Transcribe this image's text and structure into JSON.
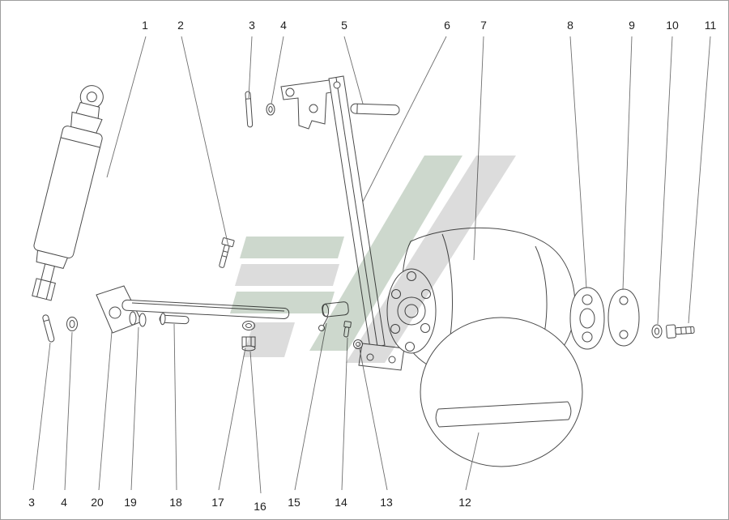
{
  "colors": {
    "bg": "#ffffff",
    "border": "#9e9e9e",
    "line": "#4a4a4a",
    "leader": "#6f6f6f",
    "label": "#1f1f1f",
    "wm_green": "#9cb29c",
    "wm_gray": "#b9b9b9"
  },
  "callouts": {
    "top": [
      {
        "label": "1"
      },
      {
        "label": "2"
      },
      {
        "label": "3"
      },
      {
        "label": "4"
      },
      {
        "label": "5"
      },
      {
        "label": "6"
      },
      {
        "label": "7"
      },
      {
        "label": "8"
      },
      {
        "label": "9"
      },
      {
        "label": "10"
      },
      {
        "label": "11"
      }
    ],
    "bottom": [
      {
        "label": "3"
      },
      {
        "label": "4"
      },
      {
        "label": "20"
      },
      {
        "label": "19"
      },
      {
        "label": "18"
      },
      {
        "label": "17"
      },
      {
        "label": "16"
      },
      {
        "label": "15"
      },
      {
        "label": "14"
      },
      {
        "label": "13"
      },
      {
        "label": "12"
      }
    ]
  }
}
